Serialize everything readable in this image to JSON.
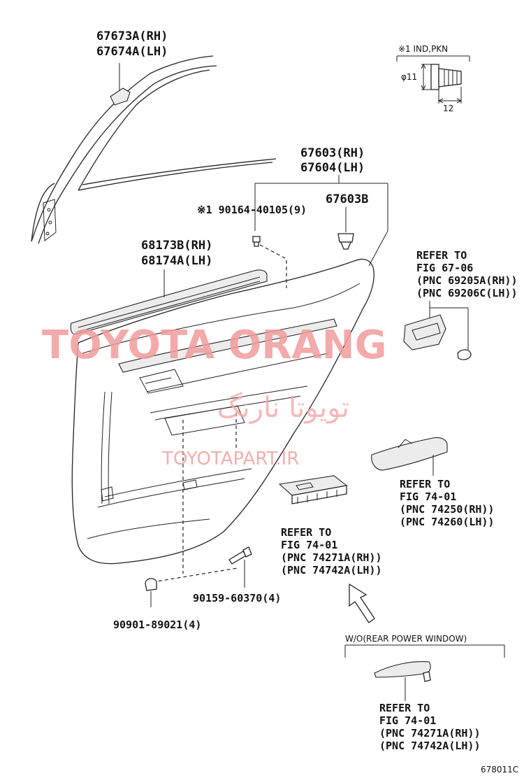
{
  "labels": {
    "mirror_cover_rh": "67673A(RH)",
    "mirror_cover_lh": "67674A(LH)",
    "ind_pkn": "※1 IND,PKN",
    "dim_diameter": "φ11",
    "dim_length": "12",
    "panel_rh": "67603(RH)",
    "panel_lh": "67604(LH)",
    "screw": "※1 90164-40105(9)",
    "clip_b": "67603B",
    "weatherstrip_rh": "68173B(RH)",
    "weatherstrip_lh": "68174A(LH)",
    "refer_handle_1": "REFER TO",
    "refer_handle_2": "FIG 67-06",
    "refer_handle_3": "(PNC 69205A(RH))",
    "refer_handle_4": "(PNC 69206C(LH))",
    "refer_armrest_1": "REFER TO",
    "refer_armrest_2": "FIG 74-01",
    "refer_armrest_3": "(PNC 74250(RH))",
    "refer_armrest_4": "(PNC 74260(LH))",
    "refer_switch_1": "REFER TO",
    "refer_switch_2": "FIG 74-01",
    "refer_switch_3": "(PNC 74271A(RH))",
    "refer_switch_4": "(PNC 74742A(LH))",
    "bolt": "90159-60370(4)",
    "nut": "90901-89021(4)",
    "wo_title": "W/O(REAR POWER WINDOW)",
    "refer_wo_1": "REFER TO",
    "refer_wo_2": "FIG 74-01",
    "refer_wo_3": "(PNC 74271A(RH))",
    "refer_wo_4": "(PNC 74742A(LH))",
    "figure_code": "678011C"
  },
  "watermark": {
    "brand": "TOYOTA ORANG",
    "persian": "تویوتا نارنگ",
    "url": "TOYOTAPART.IR",
    "color": "#f19c9c"
  }
}
